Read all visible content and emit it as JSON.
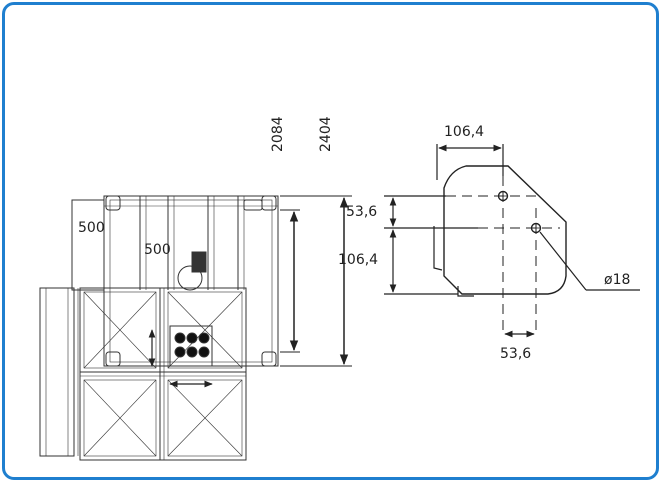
{
  "colors": {
    "frame_border": "#1f7fcf",
    "line": "#222222"
  },
  "dimensions": {
    "total_height": "2404",
    "inner_height": "2084",
    "left_500": "500",
    "center_500": "500",
    "bracket_width": "106,4",
    "bracket_top_offset": "53,6",
    "bracket_height": "106,4",
    "bracket_bottom_offset": "53,6",
    "hole_diameter": "ø18"
  }
}
